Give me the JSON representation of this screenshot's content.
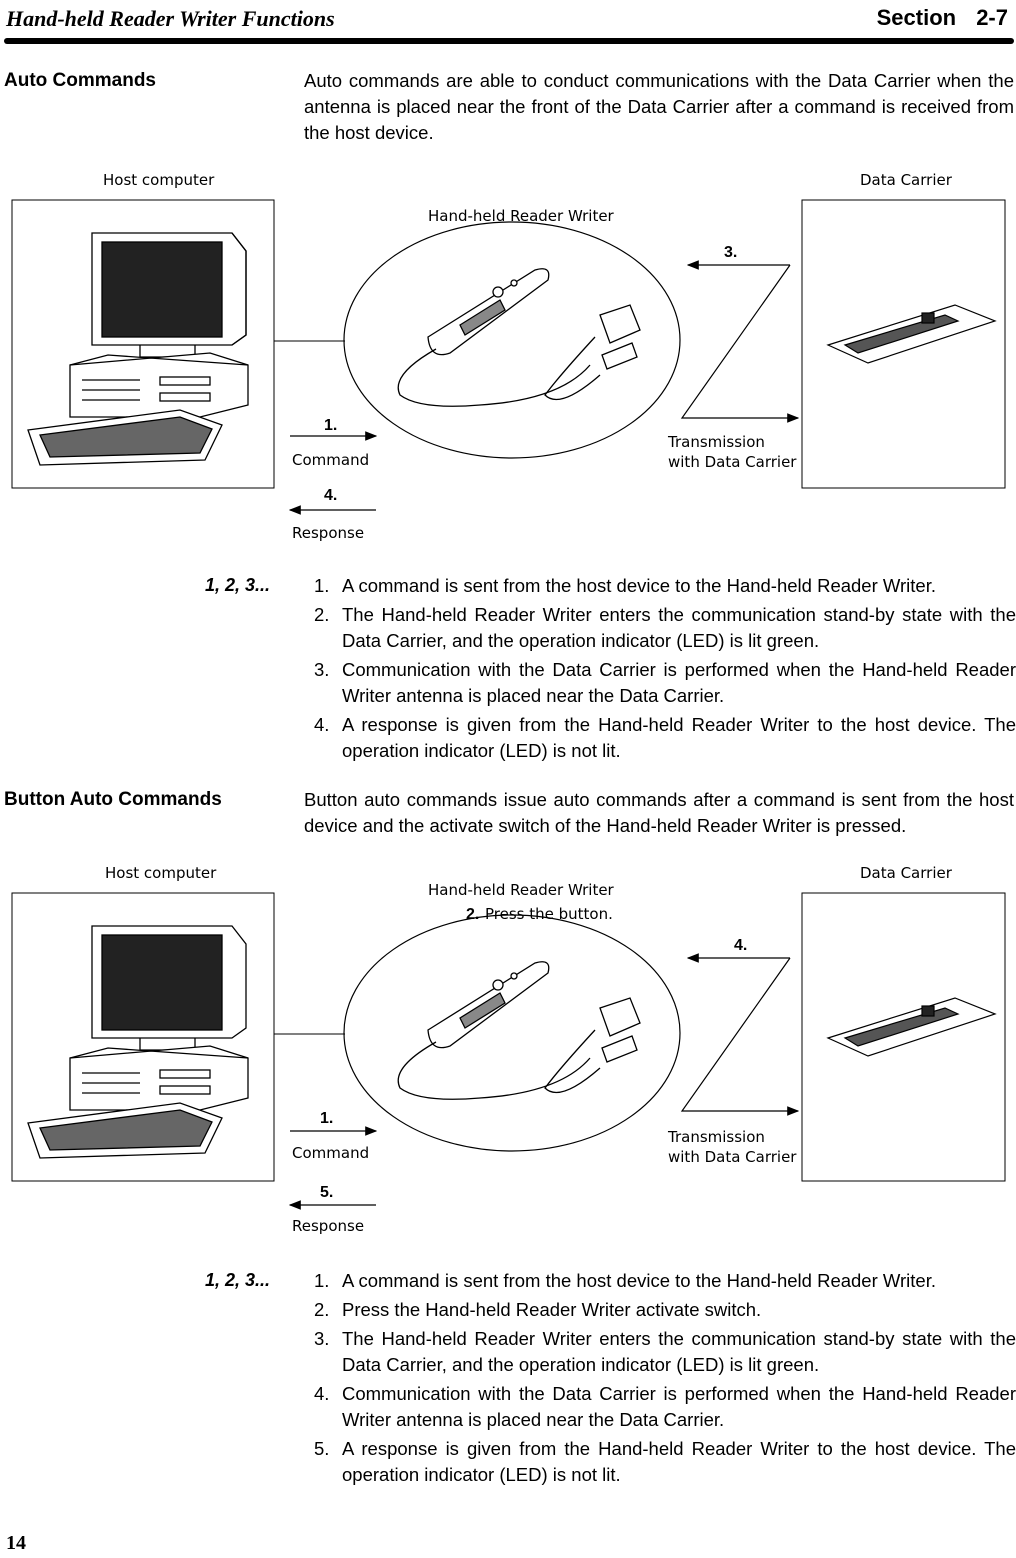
{
  "header": {
    "title": "Hand-held Reader Writer Functions",
    "section": "Section 2-7"
  },
  "auto": {
    "heading": "Auto Commands",
    "intro": "Auto commands are able to conduct communications with the Data Carrier when the antenna is placed near the front of the Data Carrier after a command is received from the host device.",
    "diagram": {
      "host_label": "Host computer",
      "reader_label": "Hand-held Reader Writer",
      "carrier_label": "Data Carrier",
      "num_command": "1.",
      "command_label": "Command",
      "num_response": "4.",
      "response_label": "Response",
      "num_transmission": "3.",
      "transmission_line1": "Transmission",
      "transmission_line2": "with Data Carrier"
    },
    "steps_label": "1, 2, 3...",
    "steps": [
      {
        "num": "1.",
        "text": "A command is sent from the host device to the Hand-held Reader Writer."
      },
      {
        "num": "2.",
        "text": "The Hand-held Reader Writer enters the communication stand-by state with the Data Carrier, and the operation indicator (LED) is lit green."
      },
      {
        "num": "3.",
        "text": "Communication with the Data Carrier is performed when the Hand-held Reader Writer antenna is placed near the Data Carrier."
      },
      {
        "num": "4.",
        "text": "A response is given from the Hand-held Reader Writer to the host device. The operation indicator (LED) is not lit."
      }
    ]
  },
  "button": {
    "heading": "Button Auto Commands",
    "intro": "Button auto commands issue auto commands after a command is sent from the host device and the activate switch of the Hand-held Reader Writer is pressed.",
    "diagram": {
      "host_label": "Host computer",
      "reader_label": "Hand-held Reader Writer",
      "press_num": "2.",
      "press_label": "Press the button.",
      "carrier_label": "Data Carrier",
      "num_command": "1.",
      "command_label": "Command",
      "num_response": "5.",
      "response_label": "Response",
      "num_transmission": "4.",
      "transmission_line1": "Transmission",
      "transmission_line2": "with Data Carrier"
    },
    "steps_label": "1, 2, 3...",
    "steps": [
      {
        "num": "1.",
        "text": "A command is sent from the host device to the Hand-held Reader Writer."
      },
      {
        "num": "2.",
        "text": "Press the Hand-held Reader Writer activate switch."
      },
      {
        "num": "3.",
        "text": "The Hand-held Reader Writer enters the communication stand-by state with the Data Carrier, and the operation indicator (LED) is lit green."
      },
      {
        "num": "4.",
        "text": "Communication with the Data Carrier is performed when the Hand-held Reader Writer antenna is placed near the Data Carrier."
      },
      {
        "num": "5.",
        "text": "A response is given from the Hand-held Reader Writer to the host device. The operation indicator (LED) is not lit."
      }
    ]
  },
  "footer": {
    "page_number": "14"
  }
}
